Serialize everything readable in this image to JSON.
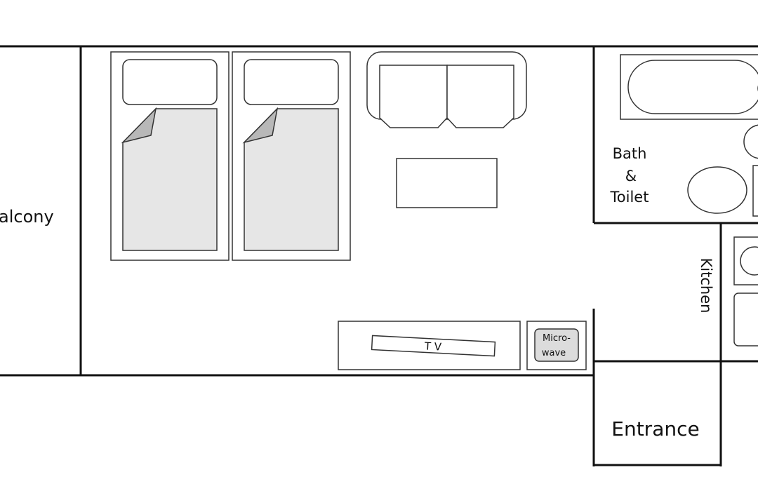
{
  "rooms": {
    "balcony": "alcony",
    "bath": [
      "Bath",
      "&",
      "Toilet"
    ],
    "kitchen": "Kitchen",
    "entrance": "Entrance"
  },
  "furniture": {
    "tv": "T V",
    "microwave": [
      "Micro-",
      "wave"
    ]
  },
  "colors": {
    "wall": "#111111",
    "outline": "#333333",
    "sheet": "#e6e6e6",
    "fold": "#b8b8b8",
    "microwave": "#dcdcdc",
    "background": "#ffffff"
  }
}
